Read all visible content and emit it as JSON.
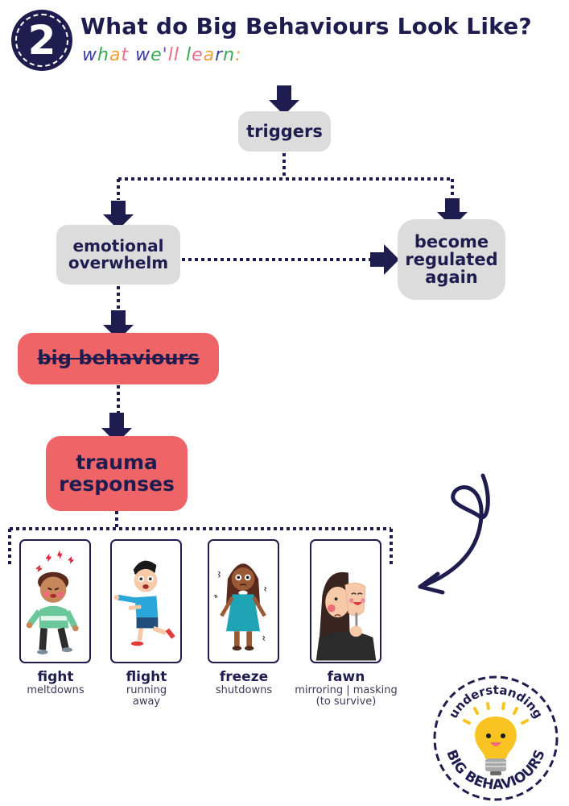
{
  "header": {
    "section_number": "2",
    "title": "What do Big Behaviours Look Like?",
    "subtitle_letters": [
      {
        "ch": "w",
        "color": "#3b3f9e"
      },
      {
        "ch": "h",
        "color": "#3aa655"
      },
      {
        "ch": "a",
        "color": "#f2a23a"
      },
      {
        "ch": "t",
        "color": "#ef6b8a"
      },
      {
        "ch": " ",
        "color": "#000000"
      },
      {
        "ch": "w",
        "color": "#3b3f9e"
      },
      {
        "ch": "e",
        "color": "#3aa655"
      },
      {
        "ch": "'",
        "color": "#6a4fb0"
      },
      {
        "ch": "l",
        "color": "#ef6b8a"
      },
      {
        "ch": "l",
        "color": "#ef6b8a"
      },
      {
        "ch": " ",
        "color": "#000000"
      },
      {
        "ch": "l",
        "color": "#3aa655"
      },
      {
        "ch": "e",
        "color": "#ef6b8a"
      },
      {
        "ch": "a",
        "color": "#f2a23a"
      },
      {
        "ch": "r",
        "color": "#3b3f9e"
      },
      {
        "ch": "n",
        "color": "#3aa655"
      },
      {
        "ch": ":",
        "color": "#f2a23a"
      }
    ]
  },
  "flow": {
    "triggers": "triggers",
    "emotional_overwhelm": [
      "emotional",
      "overwhelm"
    ],
    "become_regulated": [
      "become",
      "regulated",
      "again"
    ],
    "big_behaviours": "big behaviours",
    "trauma_responses": [
      "trauma",
      "responses"
    ]
  },
  "responses": [
    {
      "title": "fight",
      "description": [
        "meltdowns"
      ],
      "icon": "angry-boy-illustration"
    },
    {
      "title": "flight",
      "description": [
        "running",
        "away"
      ],
      "icon": "running-boy-illustration"
    },
    {
      "title": "freeze",
      "description": [
        "shutdowns"
      ],
      "icon": "frozen-girl-illustration"
    },
    {
      "title": "fawn",
      "description": [
        "mirroring | masking",
        "(to survive)"
      ],
      "icon": "masked-woman-illustration"
    }
  ],
  "logo": {
    "top_text": "understanding",
    "bottom_text": "BIG BEHAVIOURS",
    "icon": "lightbulb-icon"
  },
  "colors": {
    "navy": "#1f1d4f",
    "grey_box": "#dcdcdc",
    "red_box": "#ef6466",
    "bulb_yellow": "#f9c422"
  }
}
